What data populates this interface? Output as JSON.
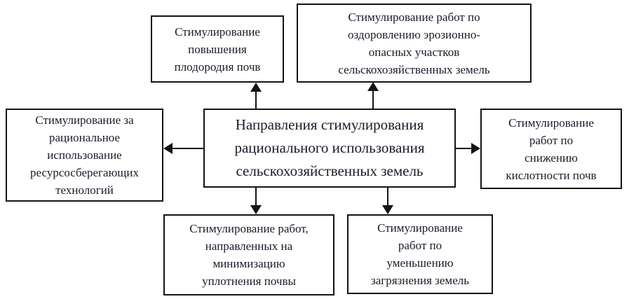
{
  "diagram": {
    "title": "Направления стимулирования рационального использования сельскохозяйственных земель",
    "colors": {
      "background": "#ffffff",
      "border": "#141414",
      "text": "#1b1b2b"
    },
    "center": {
      "text": "Направления стимулирования\nрационального использования\nсельскохозяйственных земель"
    },
    "nodes": {
      "top_left": {
        "text": "Стимулирование\nповышения\nплодородия почв"
      },
      "top_right": {
        "text": "Стимулирование работ по\nоздоровлению эрозионно-\nопасных участков\nсельскохозяйственных земель"
      },
      "left": {
        "text": "Стимулирование за\nрациональное\nиспользование\nресурсосберегающих\nтехнологий"
      },
      "right": {
        "text": "Стимулирование\nработ по\nснижению\nкислотности почв"
      },
      "bottom_left": {
        "text": "Стимулирование работ,\nнаправленных на\nминимизацию\nуплотнения почвы"
      },
      "bottom_right": {
        "text": "Стимулирование\nработ по\nуменьшению\nзагрязнения земель"
      }
    }
  }
}
